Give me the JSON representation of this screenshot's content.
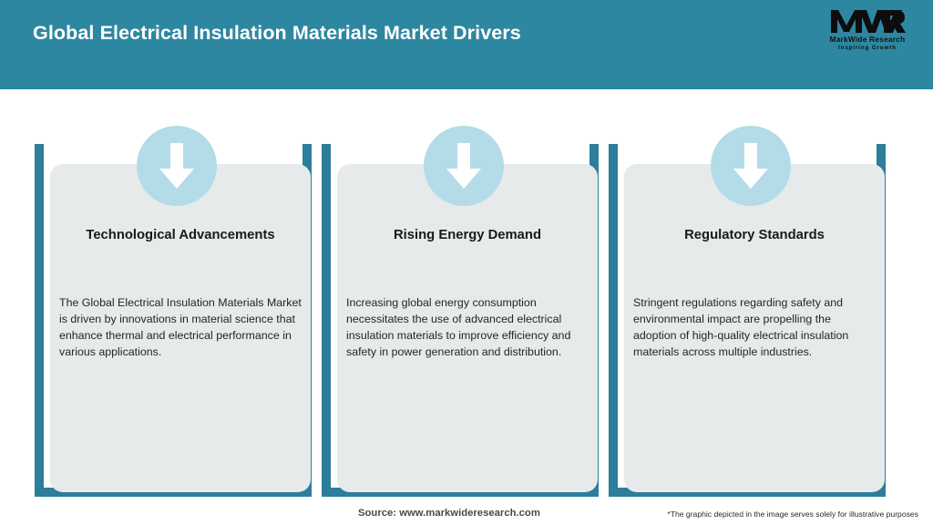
{
  "header": {
    "title": "Global Electrical Insulation Materials Market Drivers",
    "background_color": "#2e87a0",
    "title_color": "#ffffff"
  },
  "logo": {
    "mark": "MWR",
    "name": "MarkWide Research",
    "tagline": "Inspiring Growth"
  },
  "theme": {
    "teal_frame": "#2c7e9a",
    "panel_gray": "#e6eaeb",
    "icon_circle": "#b3dce8",
    "arrow": "#ffffff"
  },
  "cards": [
    {
      "icon": "arrow-down-icon",
      "title": "Technological Advancements",
      "body": "The Global Electrical Insulation Materials Market is driven by innovations in material science that enhance thermal and electrical performance in various applications."
    },
    {
      "icon": "arrow-down-icon",
      "title": "Rising Energy Demand",
      "body": "Increasing global energy consumption necessitates the use of advanced electrical insulation materials to improve efficiency and safety in power generation and distribution."
    },
    {
      "icon": "arrow-down-icon",
      "title": "Regulatory Standards",
      "body": "Stringent regulations regarding safety and environmental impact are propelling the adoption of high-quality electrical insulation materials across multiple industries."
    }
  ],
  "footer": {
    "source": "Source: www.markwideresearch.com",
    "disclaimer": "*The graphic depicted in the image serves solely for illustrative purposes"
  }
}
